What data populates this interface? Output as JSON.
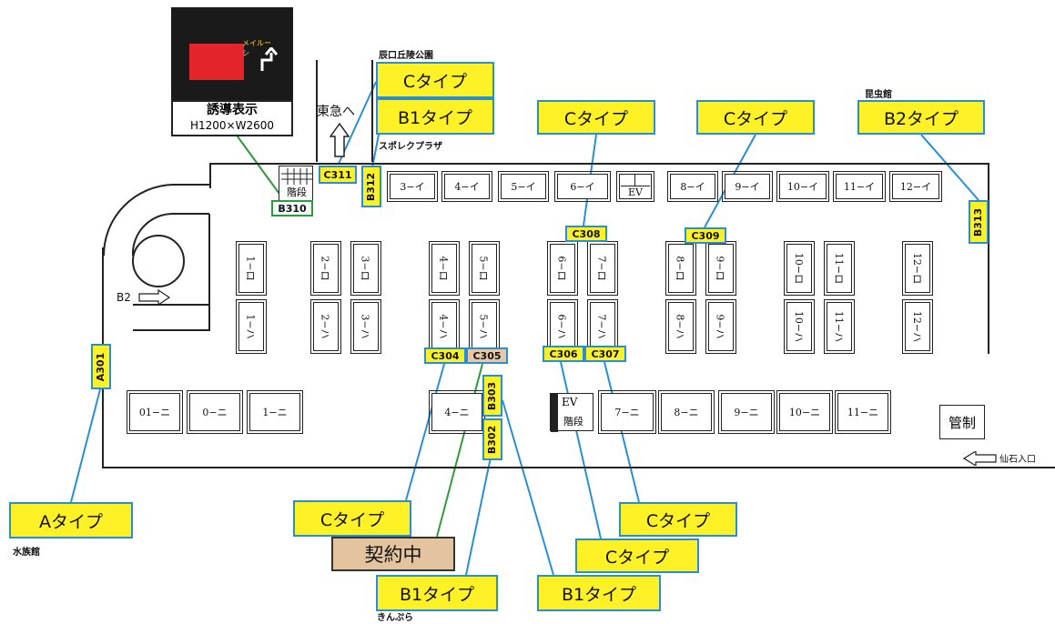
{
  "colors": {
    "highlight": "#fef226",
    "connector": "#2a8fd0",
    "green_connector": "#2f9a3a",
    "contract": "#e3c49e"
  },
  "sign": {
    "photo_title": "誘導表示",
    "photo_size": "H1200×W2600",
    "photo_inner_text": "メイルーシ",
    "icon": "turn-up-arrow-icon"
  },
  "places": {
    "park": "辰口丘陵公園",
    "toukyu": "東急へ",
    "sports_plaza": "スポレクプラザ",
    "insect": "昆虫館",
    "aquarium": "水族館",
    "kinpura": "きんぷら",
    "sengoku": "仙石入口",
    "b2": "B2",
    "stairs1": "階段",
    "ev1": "EV",
    "ev2": "EV",
    "stairs2": "階段",
    "kansei": "管制"
  },
  "type_boxes": [
    {
      "id": "c-top",
      "label": "Cタイプ"
    },
    {
      "id": "b1-top",
      "label": "B1タイプ"
    },
    {
      "id": "c-308",
      "label": "Cタイプ"
    },
    {
      "id": "c-309",
      "label": "Cタイプ"
    },
    {
      "id": "b2-313",
      "label": "B2タイプ"
    },
    {
      "id": "a-301",
      "label": "Aタイプ"
    },
    {
      "id": "c-304",
      "label": "Cタイプ"
    },
    {
      "id": "contract",
      "label": "契約中"
    },
    {
      "id": "b1-302",
      "label": "B1タイプ"
    },
    {
      "id": "c-307",
      "label": "Cタイプ"
    },
    {
      "id": "c-306",
      "label": "Cタイプ"
    },
    {
      "id": "b1-303",
      "label": "B1タイプ"
    }
  ],
  "tags": [
    {
      "id": "C311",
      "label": "C311"
    },
    {
      "id": "B312",
      "label": "B312"
    },
    {
      "id": "B310",
      "label": "B310"
    },
    {
      "id": "C308",
      "label": "C308"
    },
    {
      "id": "C309",
      "label": "C309"
    },
    {
      "id": "B313",
      "label": "B313"
    },
    {
      "id": "A301",
      "label": "A301"
    },
    {
      "id": "C304",
      "label": "C304"
    },
    {
      "id": "C305",
      "label": "C305"
    },
    {
      "id": "C306",
      "label": "C306"
    },
    {
      "id": "C307",
      "label": "C307"
    },
    {
      "id": "B303",
      "label": "B303"
    },
    {
      "id": "B302",
      "label": "B302"
    }
  ],
  "stalls_top": [
    "3−イ",
    "4−イ",
    "5−イ",
    "6−イ",
    "8−イ",
    "9−イ",
    "10−イ",
    "11−イ",
    "12−イ"
  ],
  "stalls_ro": [
    "1−ロ",
    "2−ロ",
    "3−ロ",
    "4−ロ",
    "5−ロ",
    "6−ロ",
    "7−ロ",
    "8−ロ",
    "9−ロ",
    "10−ロ",
    "11−ロ",
    "12−ロ"
  ],
  "stalls_ha": [
    "1−ハ",
    "2−ハ",
    "3−ハ",
    "4−ハ",
    "5−ハ",
    "6−ハ",
    "7−ハ",
    "8−ハ",
    "9−ハ",
    "10−ハ",
    "11−ハ",
    "12−ハ"
  ],
  "stalls_ni": [
    "01−ニ",
    "0−ニ",
    "1−ニ",
    "4−ニ",
    "7−ニ",
    "8−ニ",
    "9−ニ",
    "10−ニ",
    "11−ニ"
  ]
}
